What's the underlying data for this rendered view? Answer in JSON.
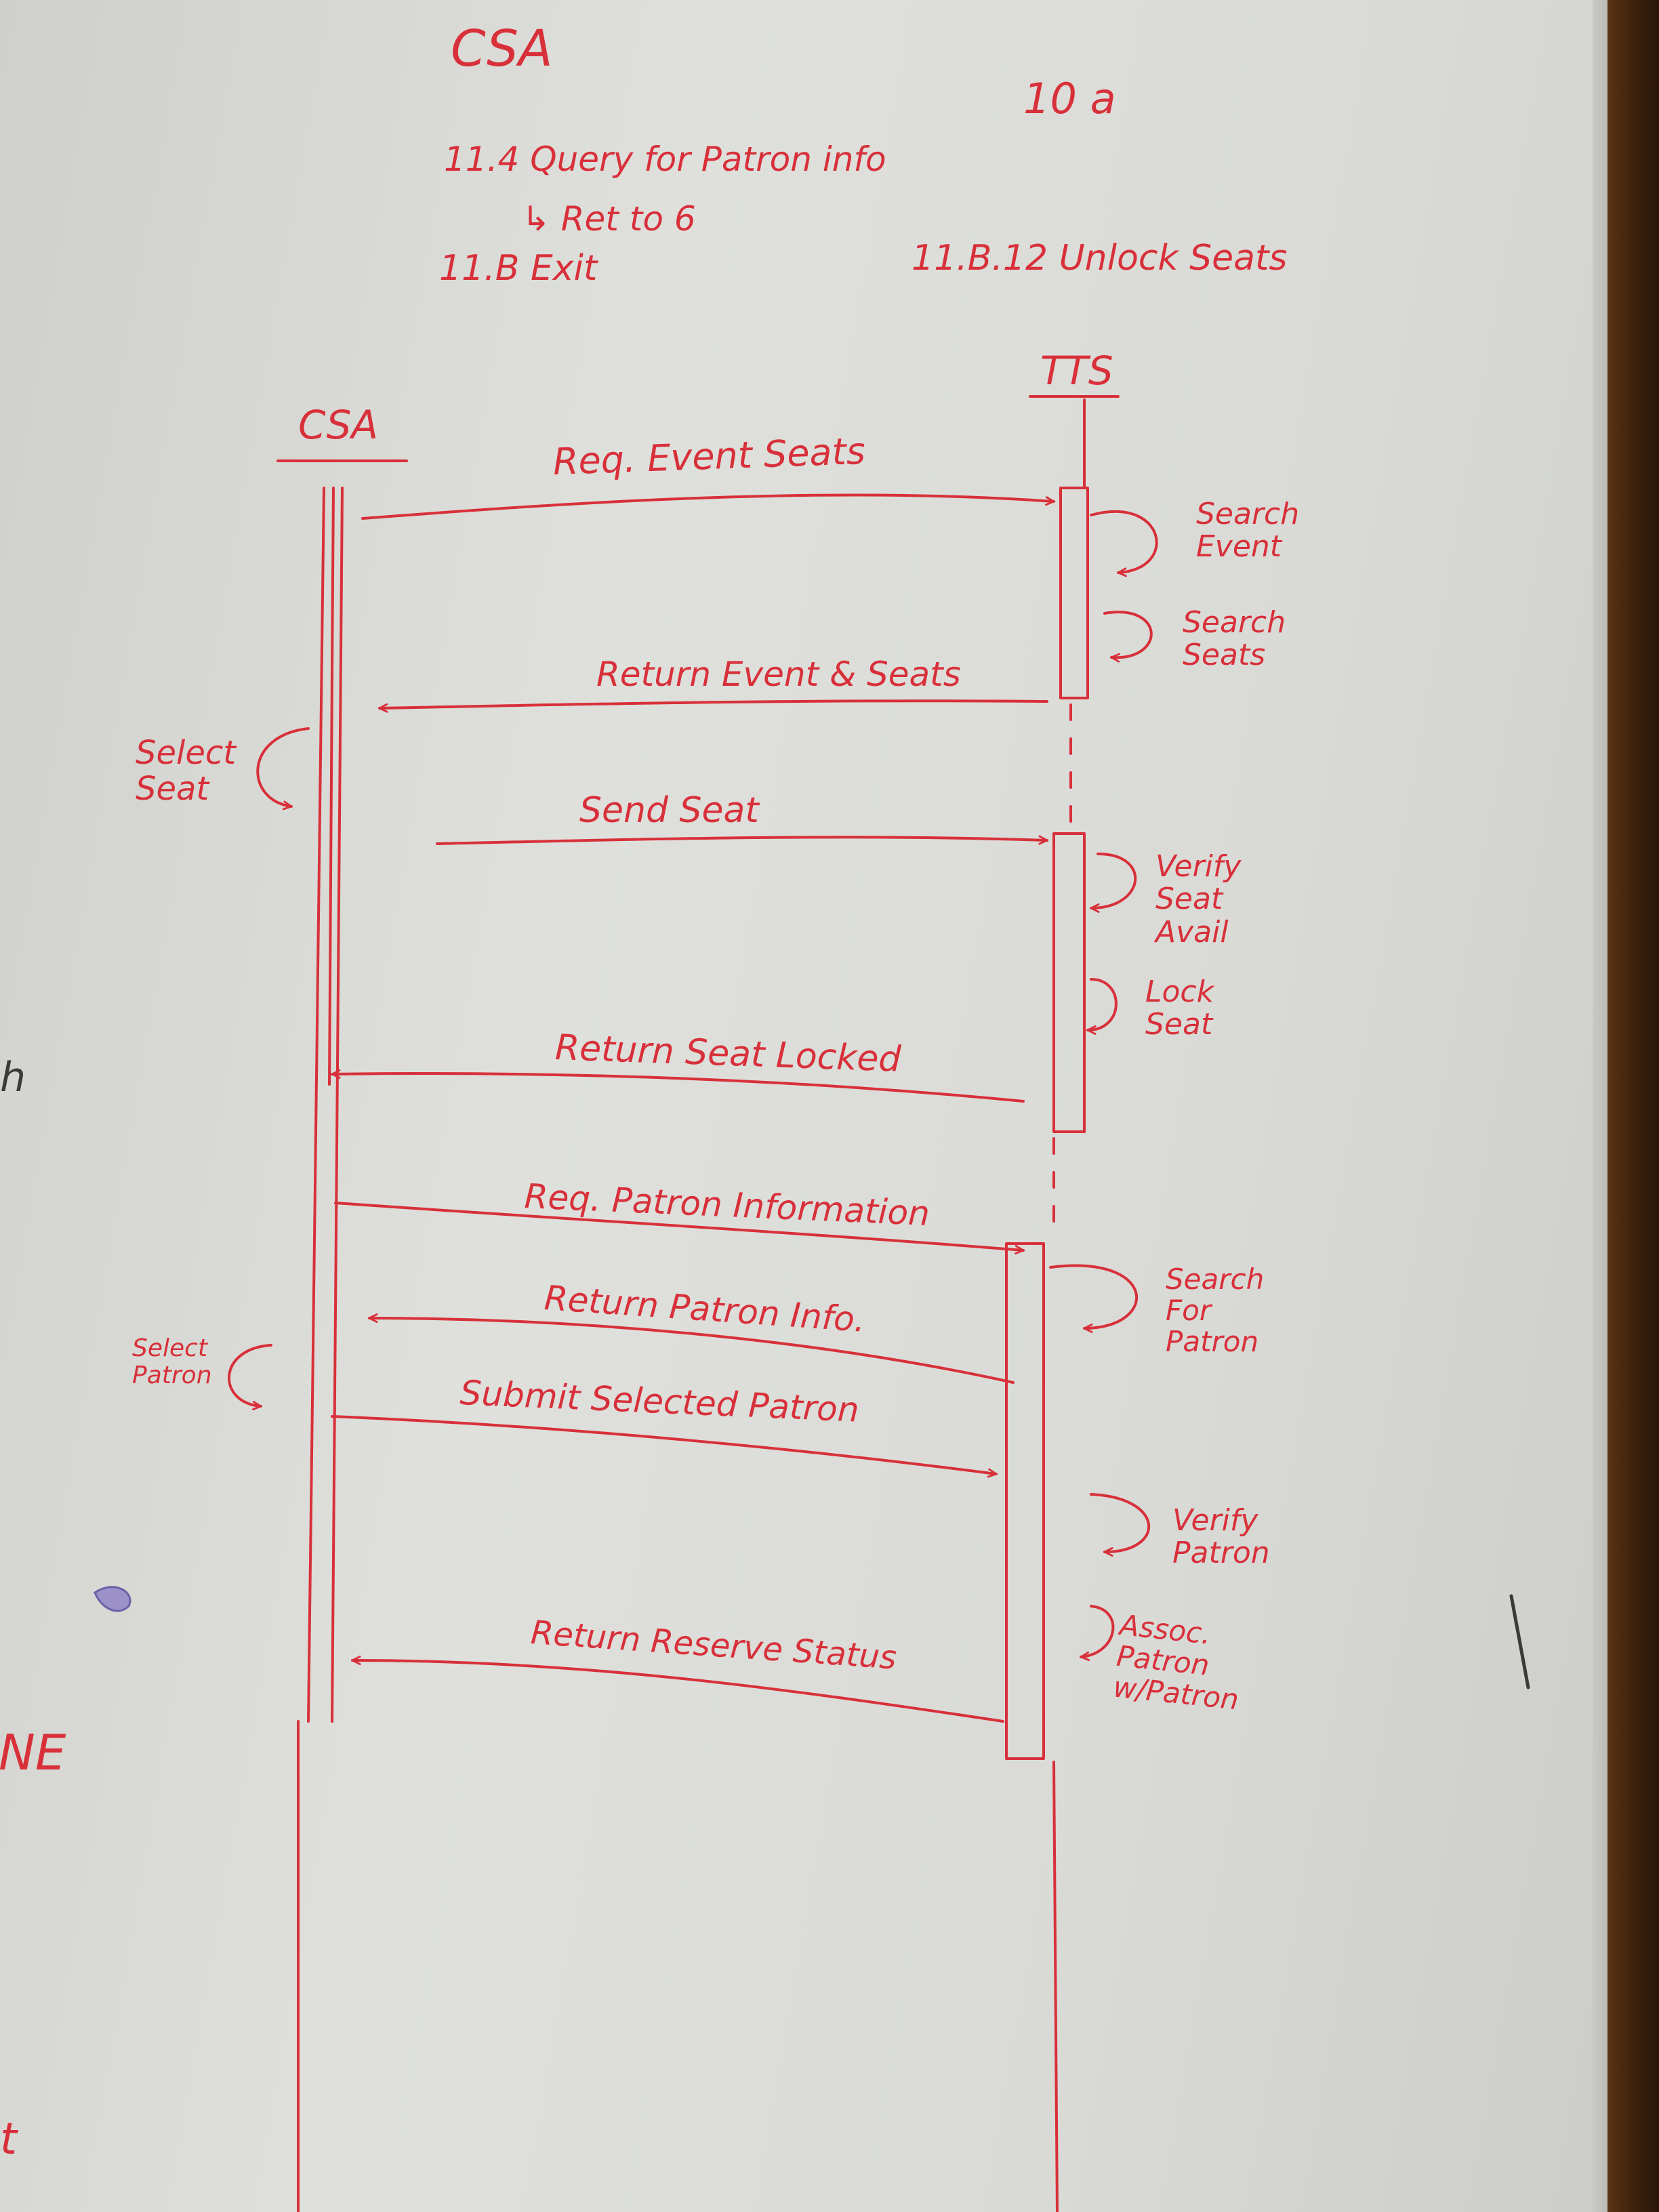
{
  "header": {
    "title": "CSA",
    "code": "10 a",
    "note_line_1": "11.4 Query for Patron info",
    "note_line_2": "↳ Ret to 6",
    "note_line_3": "11.B Exit",
    "note_line_4": "11.B.12 Unlock Seats"
  },
  "lifelines": [
    {
      "name": "CSA"
    },
    {
      "name": "TTS"
    }
  ],
  "messages": [
    {
      "label": "Req. Event Seats",
      "direction": "CSA→TTS"
    },
    {
      "label": "Return Event & Seats",
      "direction": "TTS→CSA"
    },
    {
      "label": "Send Seat",
      "direction": "CSA→TTS"
    },
    {
      "label": "Return Seat Locked",
      "direction": "TTS→CSA"
    },
    {
      "label": "Req. Patron Information",
      "direction": "CSA→TTS"
    },
    {
      "label": "Return Patron Info.",
      "direction": "TTS→CSA"
    },
    {
      "label": "Submit Selected Patron",
      "direction": "CSA→TTS"
    },
    {
      "label": "Return Reserve Status",
      "direction": "TTS→CSA"
    }
  ],
  "self_calls": [
    {
      "label": "Search\nEvent",
      "lifeline": "TTS"
    },
    {
      "label": "Search\nSeats",
      "lifeline": "TTS"
    },
    {
      "label": "Select\nSeat",
      "lifeline": "CSA"
    },
    {
      "label": "Verify\nSeat\nAvail",
      "lifeline": "TTS"
    },
    {
      "label": "Lock\nSeat",
      "lifeline": "TTS"
    },
    {
      "label": "Search\nFor\nPatron",
      "lifeline": "TTS"
    },
    {
      "label": "Select\nPatron",
      "lifeline": "CSA"
    },
    {
      "label": "Verify\nPatron",
      "lifeline": "TTS"
    },
    {
      "label": "Assoc.\nPatron\nw/Patron",
      "lifeline": "TTS"
    }
  ],
  "margin_marks": {
    "left_mid": "h",
    "left_lower": "NE",
    "left_bottom": "t"
  },
  "colors": {
    "ink": "#d8303a",
    "board": "#d9dad6",
    "frame": "#3b200c"
  }
}
